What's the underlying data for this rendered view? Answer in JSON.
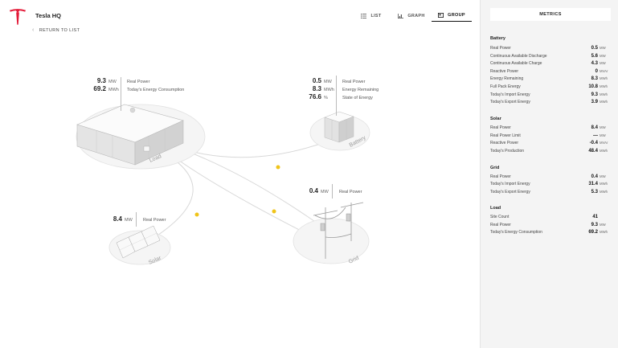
{
  "header": {
    "site_title": "Tesla HQ",
    "return_label": "RETURN TO LIST",
    "tabs": [
      {
        "label": "LIST",
        "icon": "list-icon"
      },
      {
        "label": "GRAPH",
        "icon": "bar-chart-icon"
      },
      {
        "label": "GROUP",
        "icon": "group-icon",
        "active": true
      }
    ]
  },
  "map": {
    "load": {
      "label": "Load",
      "readouts": [
        {
          "value": "9.3",
          "unit": "MW",
          "label": "Real Power"
        },
        {
          "value": "69.2",
          "unit": "MWh",
          "label": "Today's Energy Consumption"
        }
      ]
    },
    "battery": {
      "label": "Battery",
      "readouts": [
        {
          "value": "0.5",
          "unit": "MW",
          "label": "Real Power"
        },
        {
          "value": "8.3",
          "unit": "MWh",
          "label": "Energy Remaining"
        },
        {
          "value": "76.6",
          "unit": "%",
          "label": "State of Energy"
        }
      ]
    },
    "solar": {
      "label": "Solar",
      "readouts": [
        {
          "value": "8.4",
          "unit": "MW",
          "label": "Real Power"
        }
      ]
    },
    "grid": {
      "label": "Grid",
      "readouts": [
        {
          "value": "0.4",
          "unit": "MW",
          "label": "Real Power"
        }
      ]
    },
    "flow_color": "#f0c419"
  },
  "panel": {
    "tab_label": "METRICS",
    "sections": [
      {
        "title": "Battery",
        "rows": [
          {
            "label": "Real Power",
            "value": "0.5",
            "unit": "MW"
          },
          {
            "label": "Continuous Available Discharge",
            "value": "5.6",
            "unit": "MW"
          },
          {
            "label": "Continuous Available Charge",
            "value": "4.3",
            "unit": "MW"
          },
          {
            "label": "Reactive Power",
            "value": "0",
            "unit": "MVAr"
          },
          {
            "label": "Energy Remaining",
            "value": "8.3",
            "unit": "MWh"
          },
          {
            "label": "Full Pack Energy",
            "value": "10.8",
            "unit": "MWh"
          },
          {
            "label": "Today's Import Energy",
            "value": "9.3",
            "unit": "MWh"
          },
          {
            "label": "Today's Export Energy",
            "value": "3.9",
            "unit": "MWh"
          }
        ]
      },
      {
        "title": "Solar",
        "rows": [
          {
            "label": "Real Power",
            "value": "8.4",
            "unit": "MW"
          },
          {
            "label": "Real Power Limit",
            "value": "—",
            "unit": "MW"
          },
          {
            "label": "Reactive Power",
            "value": "-0.4",
            "unit": "MVAr"
          },
          {
            "label": "Today's Production",
            "value": "48.4",
            "unit": "MWh"
          }
        ]
      },
      {
        "title": "Grid",
        "rows": [
          {
            "label": "Real Power",
            "value": "0.4",
            "unit": "MW"
          },
          {
            "label": "Today's Import Energy",
            "value": "31.4",
            "unit": "MWh"
          },
          {
            "label": "Today's Export Energy",
            "value": "5.3",
            "unit": "MWh"
          }
        ]
      },
      {
        "title": "Load",
        "rows": [
          {
            "label": "Site Count",
            "value": "41",
            "unit": ""
          },
          {
            "label": "Real Power",
            "value": "9.3",
            "unit": "MW"
          },
          {
            "label": "Today's Energy Consumption",
            "value": "69.2",
            "unit": "MWh"
          }
        ]
      }
    ]
  },
  "colors": {
    "accent": "#e31937",
    "panel_bg": "#f4f4f4"
  }
}
